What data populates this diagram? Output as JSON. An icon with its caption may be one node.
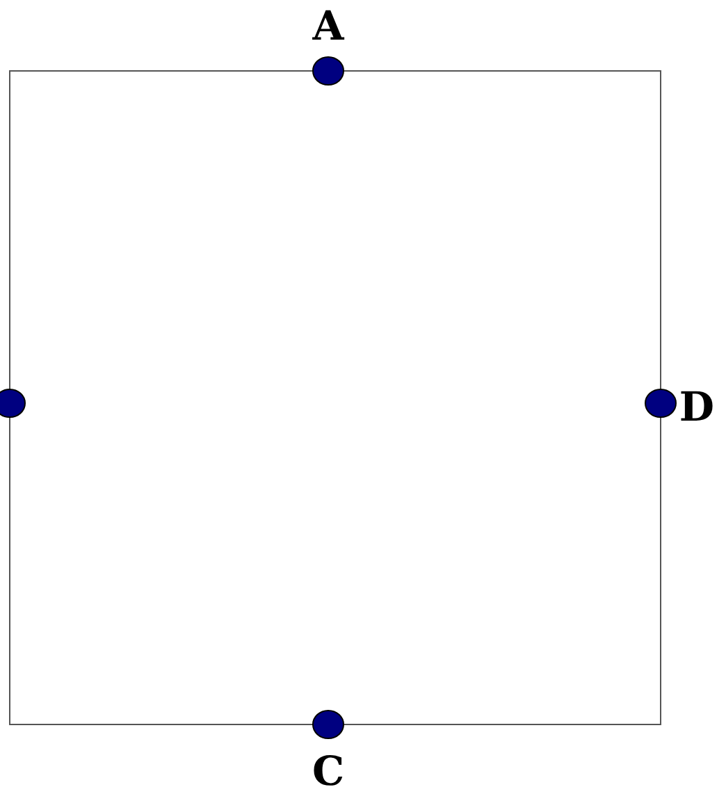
{
  "diagram": {
    "labels": [
      "A",
      "D",
      "C"
    ]
  }
}
